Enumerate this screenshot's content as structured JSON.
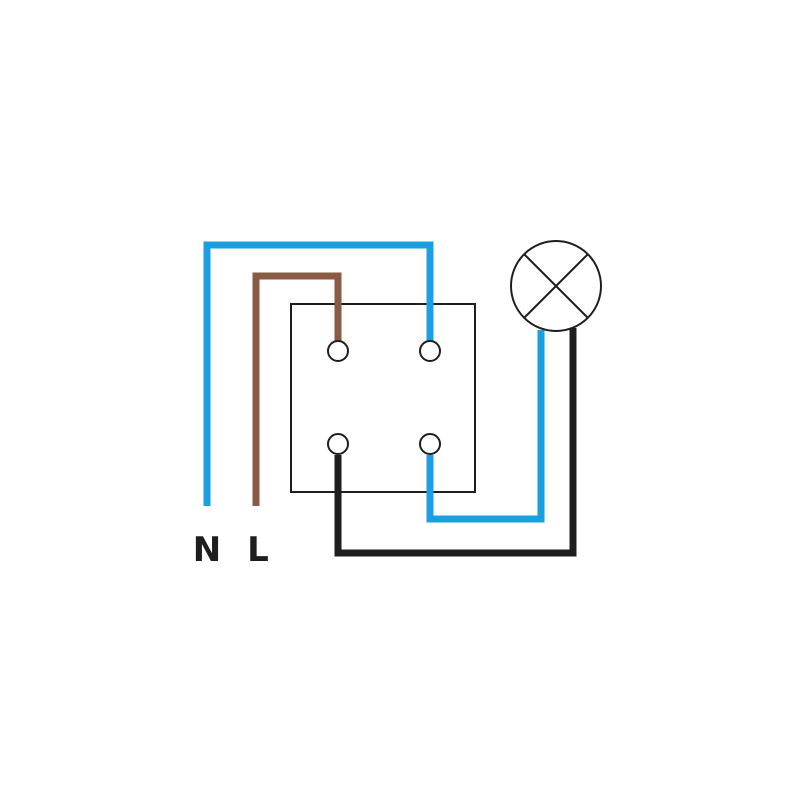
{
  "labels": {
    "neutral": "N",
    "live": "L"
  },
  "colors": {
    "neutral_wire": "#1aa0e0",
    "live_wire": "#8a5a44",
    "switched_wire": "#1e1e1e",
    "outline": "#1e1e1e",
    "background": "#ffffff"
  },
  "components": {
    "switch": "double-pole-switch",
    "terminals": 4,
    "lamp": "lamp-icon"
  }
}
